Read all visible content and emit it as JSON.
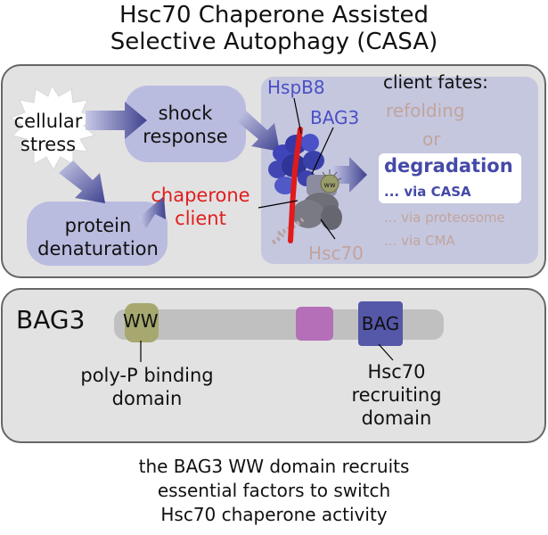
{
  "title": {
    "line1": "Hsc70 Chaperone Assisted",
    "line2": "Selective Autophagy (CASA)"
  },
  "top_panel": {
    "cellular_stress": {
      "line1": "cellular",
      "line2": "stress"
    },
    "shock_response": {
      "line1": "shock",
      "line2": "response"
    },
    "protein_denaturation": {
      "line1": "protein",
      "line2": "denaturation"
    },
    "chaperone_client": {
      "line1": "chaperone",
      "line2": "client"
    },
    "complex": {
      "hspb8": "HspB8",
      "bag3": "BAG3",
      "ww_badge": "ww",
      "hsc70": "Hsc70"
    },
    "client_fates": {
      "heading": "client fates:",
      "refolding": "refolding",
      "or": "or",
      "degradation": "degradation",
      "via_casa": "... via CASA",
      "via_proteosome": "... via proteosome",
      "via_cma": "... via CMA"
    }
  },
  "bag3_panel": {
    "title": "BAG3",
    "ww_domain": "WW",
    "bag_domain": "BAG",
    "polyp_label": {
      "line1": "poly-P binding",
      "line2": "domain"
    },
    "hsc70_label": {
      "line1": "Hsc70",
      "line2": "recruiting",
      "line3": "domain"
    }
  },
  "caption": {
    "line1": "the BAG3 WW domain recruits",
    "line2": "essential factors to switch",
    "line3": "Hsc70 chaperone activity"
  },
  "colors": {
    "red_text": "#e11d1d",
    "blue_label": "#4a4fc4",
    "beige_text": "#c2a49c",
    "degradation_blue": "#454aa8"
  }
}
